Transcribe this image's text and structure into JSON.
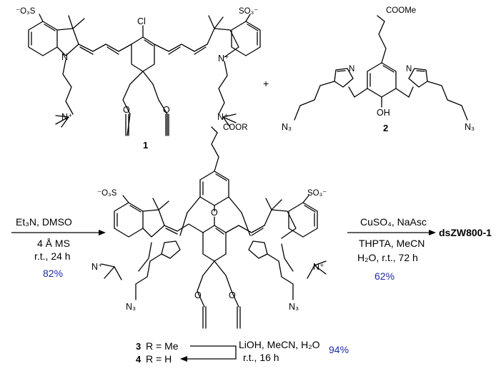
{
  "compound1": {
    "number": "1",
    "sulfonate_left": "⁻O₃S",
    "sulfonate_right": "SO₃⁻",
    "chloro": "Cl",
    "ammonium_left": "N⁺",
    "ammonium_right": "N⁺",
    "indolium_n": "N⁺",
    "indoline_n": "N",
    "ether_o": "O"
  },
  "plus": "+",
  "compound2": {
    "number": "2",
    "ester": "COOMe",
    "hydroxyl": "OH",
    "azide": "N₃",
    "triazole_n": "N"
  },
  "step1": {
    "reagents": "Et₃N, DMSO",
    "conditions_1": "4 Å MS",
    "conditions_2": "r.t., 24 h",
    "yield": "82%"
  },
  "compound3": {
    "acid_group": "COOR",
    "sulfonate_left": "⁻O₃S",
    "sulfonate_right": "SO₃⁻",
    "azide": "N₃",
    "ammonium": "N⁺",
    "oxygen": "O"
  },
  "step2": {
    "reagents": "CuSO₄, NaAsc",
    "conditions_1": "THPTA, MeCN",
    "conditions_2": "H₂O, r.t., 72 h",
    "yield": "62%"
  },
  "product": "dsZW800-1",
  "variants": [
    {
      "number": "3",
      "label": "R = Me"
    },
    {
      "number": "4",
      "label": "R = H"
    }
  ],
  "step3": {
    "reagents": "LiOH, MeCN, H₂O",
    "conditions": "r.t., 16 h",
    "yield": "94%"
  }
}
